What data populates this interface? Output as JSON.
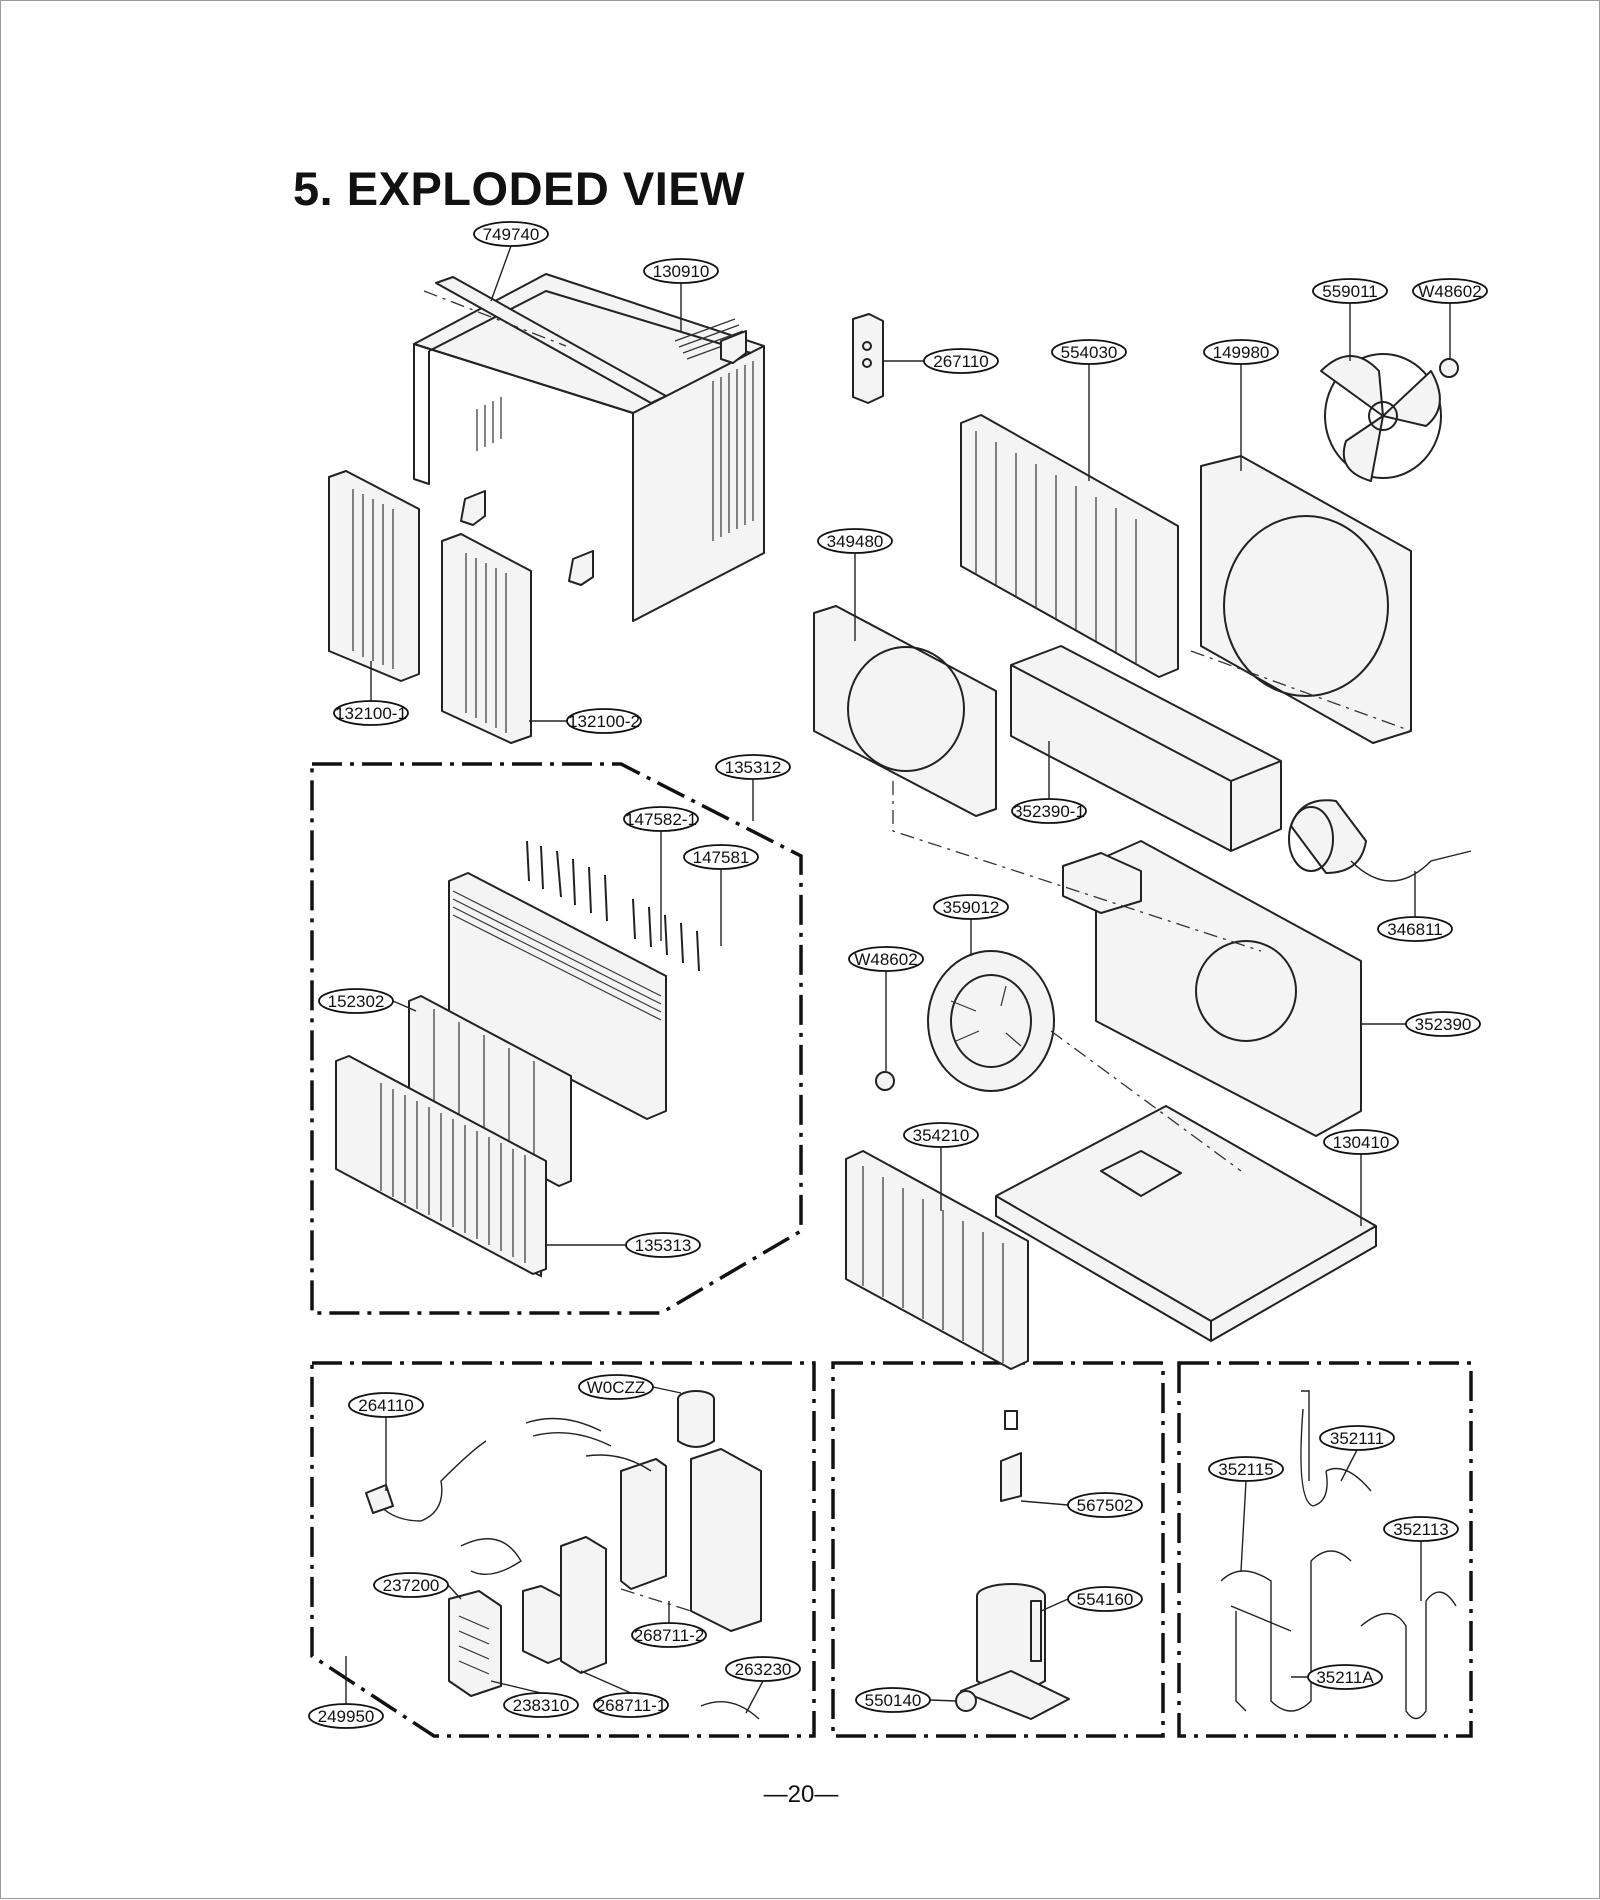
{
  "title": "5. EXPLODED VIEW",
  "page_number": "—20—",
  "parts": [
    {
      "id": "749740"
    },
    {
      "id": "130910"
    },
    {
      "id": "267110"
    },
    {
      "id": "554030"
    },
    {
      "id": "149980"
    },
    {
      "id": "559011"
    },
    {
      "id": "W48602"
    },
    {
      "id": "349480"
    },
    {
      "id": "132100-1"
    },
    {
      "id": "132100-2"
    },
    {
      "id": "135312"
    },
    {
      "id": "147582-1"
    },
    {
      "id": "147581"
    },
    {
      "id": "152302"
    },
    {
      "id": "135313"
    },
    {
      "id": "352390-1"
    },
    {
      "id": "346811"
    },
    {
      "id": "359012"
    },
    {
      "id": "W48602"
    },
    {
      "id": "352390"
    },
    {
      "id": "354210"
    },
    {
      "id": "130410"
    },
    {
      "id": "264110"
    },
    {
      "id": "W0CZZ"
    },
    {
      "id": "237200"
    },
    {
      "id": "268711-2"
    },
    {
      "id": "263230"
    },
    {
      "id": "238310"
    },
    {
      "id": "268711-1"
    },
    {
      "id": "249950"
    },
    {
      "id": "567502"
    },
    {
      "id": "554160"
    },
    {
      "id": "550140"
    },
    {
      "id": "352111"
    },
    {
      "id": "352115"
    },
    {
      "id": "352113"
    },
    {
      "id": "35211A"
    }
  ]
}
